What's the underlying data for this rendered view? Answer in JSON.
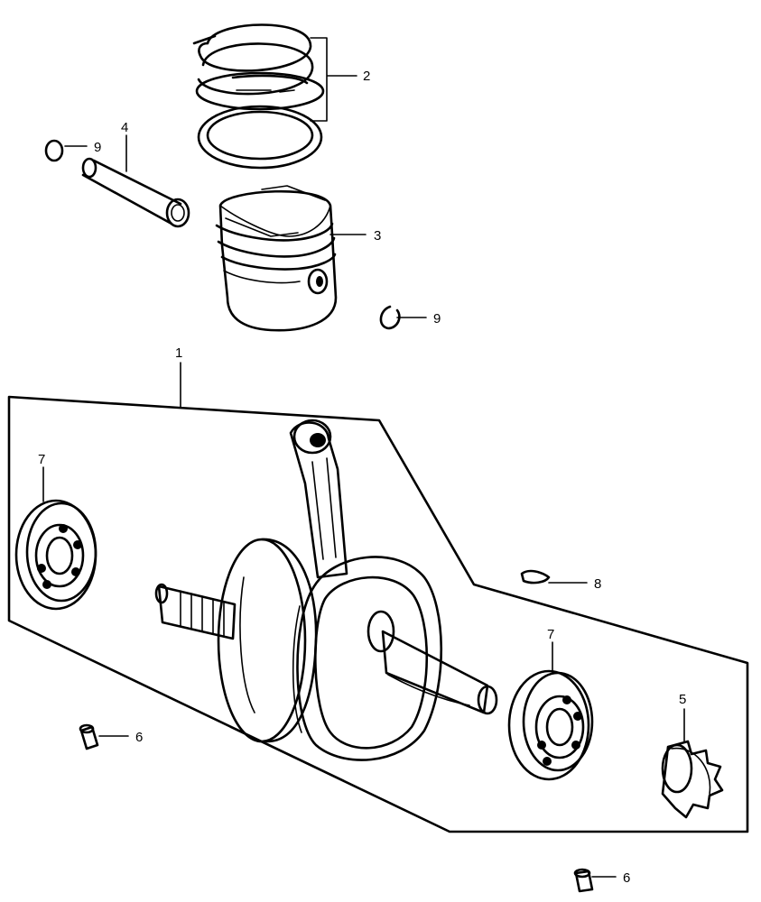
{
  "callouts": {
    "c1": "1",
    "c2": "2",
    "c3": "3",
    "c4": "4",
    "c5": "5",
    "c6a": "6",
    "c6b": "6",
    "c7a": "7",
    "c7b": "7",
    "c8": "8",
    "c9a": "9",
    "c9b": "9"
  },
  "colors": {
    "line": "#000000",
    "background": "#ffffff"
  }
}
